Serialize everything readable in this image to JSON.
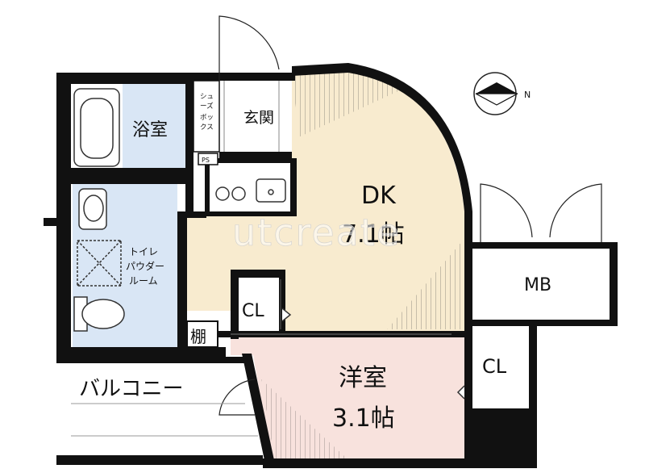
{
  "rooms": {
    "bath": "浴室",
    "entrance": "玄関",
    "shoe_box": [
      "シュ",
      "ーズ",
      "ボッ",
      "クス"
    ],
    "ps": "PS",
    "kitchen_shelf": "棚",
    "dk": {
      "name": "DK",
      "size": "7.1帖"
    },
    "toilet": [
      "トイレ",
      "パウダー",
      "ルーム"
    ],
    "closet_center": "CL",
    "shelf": "棚",
    "western": {
      "name": "洋室",
      "size": "3.1帖"
    },
    "closet_right": "CL",
    "meter_box": "MB",
    "balcony": "バルコニー"
  },
  "compass": {
    "north": "N"
  },
  "watermark": "utcreate",
  "colors": {
    "wall": "#111111",
    "dk_floor": "#f8ebcf",
    "western_floor": "#f8e2dd",
    "wet_floor": "#d9e6f5",
    "white": "#ffffff"
  }
}
